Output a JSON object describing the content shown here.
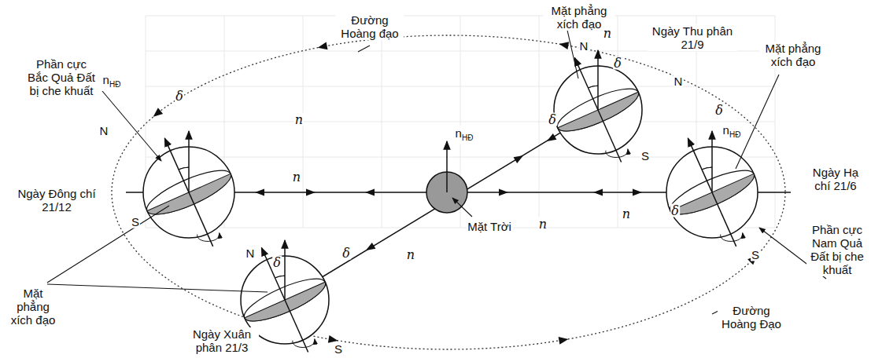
{
  "diagram": {
    "labels": [
      "Đường Hoàng đạo",
      "Mặt phẳng xích đạo",
      "Ngày Thu phân 21/9",
      "N",
      "n",
      "δ",
      "δ",
      "Phần cực Bắc Quả Đất bị che khuất",
      "nHĐ",
      "δ",
      "n",
      "N",
      "nHĐ",
      "n",
      "nHĐ",
      "Mặt phẳng xích đạo",
      "N",
      "δ",
      "Ngày Đông chí 21/12",
      "Ngày Hạ chí 21/6",
      "n",
      "δ",
      "Mặt Trời",
      "δ",
      "n",
      "S",
      "S",
      "Phần cực Nam Quả Đất bị che khuất",
      "Mặt phẳng xích đạo",
      "N",
      "δ",
      "n",
      "S",
      "Ngày Xuân phân 21/3",
      "S",
      "Đường Hoàng Đạo"
    ]
  }
}
